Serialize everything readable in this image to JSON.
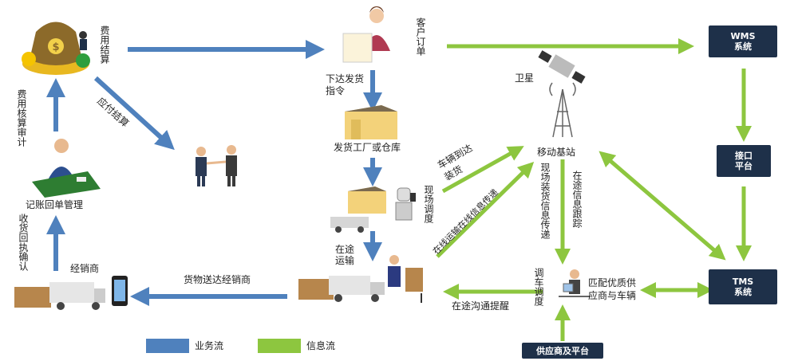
{
  "colors": {
    "business_flow": "#4f81bd",
    "info_flow": "#8dc63f",
    "box_bg": "#1e3049"
  },
  "nodes": {
    "fee_settlement": "费用结算",
    "customer_order": "客户订单",
    "wms": [
      "WMS",
      "系统"
    ],
    "interface_platform": [
      "接口",
      "平台"
    ],
    "tms": [
      "TMS",
      "系统"
    ],
    "fee_audit": "费用核算审计",
    "ship_factory": "发货工厂或仓库",
    "satellite": "卫星",
    "mobile_base": "移动基站",
    "bookkeeping": "记账回单管理",
    "receipt_confirm": "收货回执确认",
    "distributor": "经销商",
    "onsite_dispatch": "现场调度",
    "in_transit": "在途运输",
    "dispatch": "调车调度",
    "match_supplier": [
      "匹配优质供",
      "应商与车辆"
    ],
    "supplier_platform": "供应商及平台"
  },
  "edges": {
    "issue_order": "下达发货指令",
    "payable_settlement": "应付结算",
    "vehicle_arrive": "车辆到达装货",
    "online_transport": "在线运输在线信息传递",
    "onsite_loading_info": "现场装货信息传递",
    "in_transit_track": "在途信息跟踪",
    "goods_delivered": "货物送达经销商",
    "in_transit_reminder": "在途沟通提醒"
  },
  "legend": [
    {
      "label": "业务流",
      "color": "#4f81bd"
    },
    {
      "label": "信息流",
      "color": "#8dc63f"
    }
  ]
}
